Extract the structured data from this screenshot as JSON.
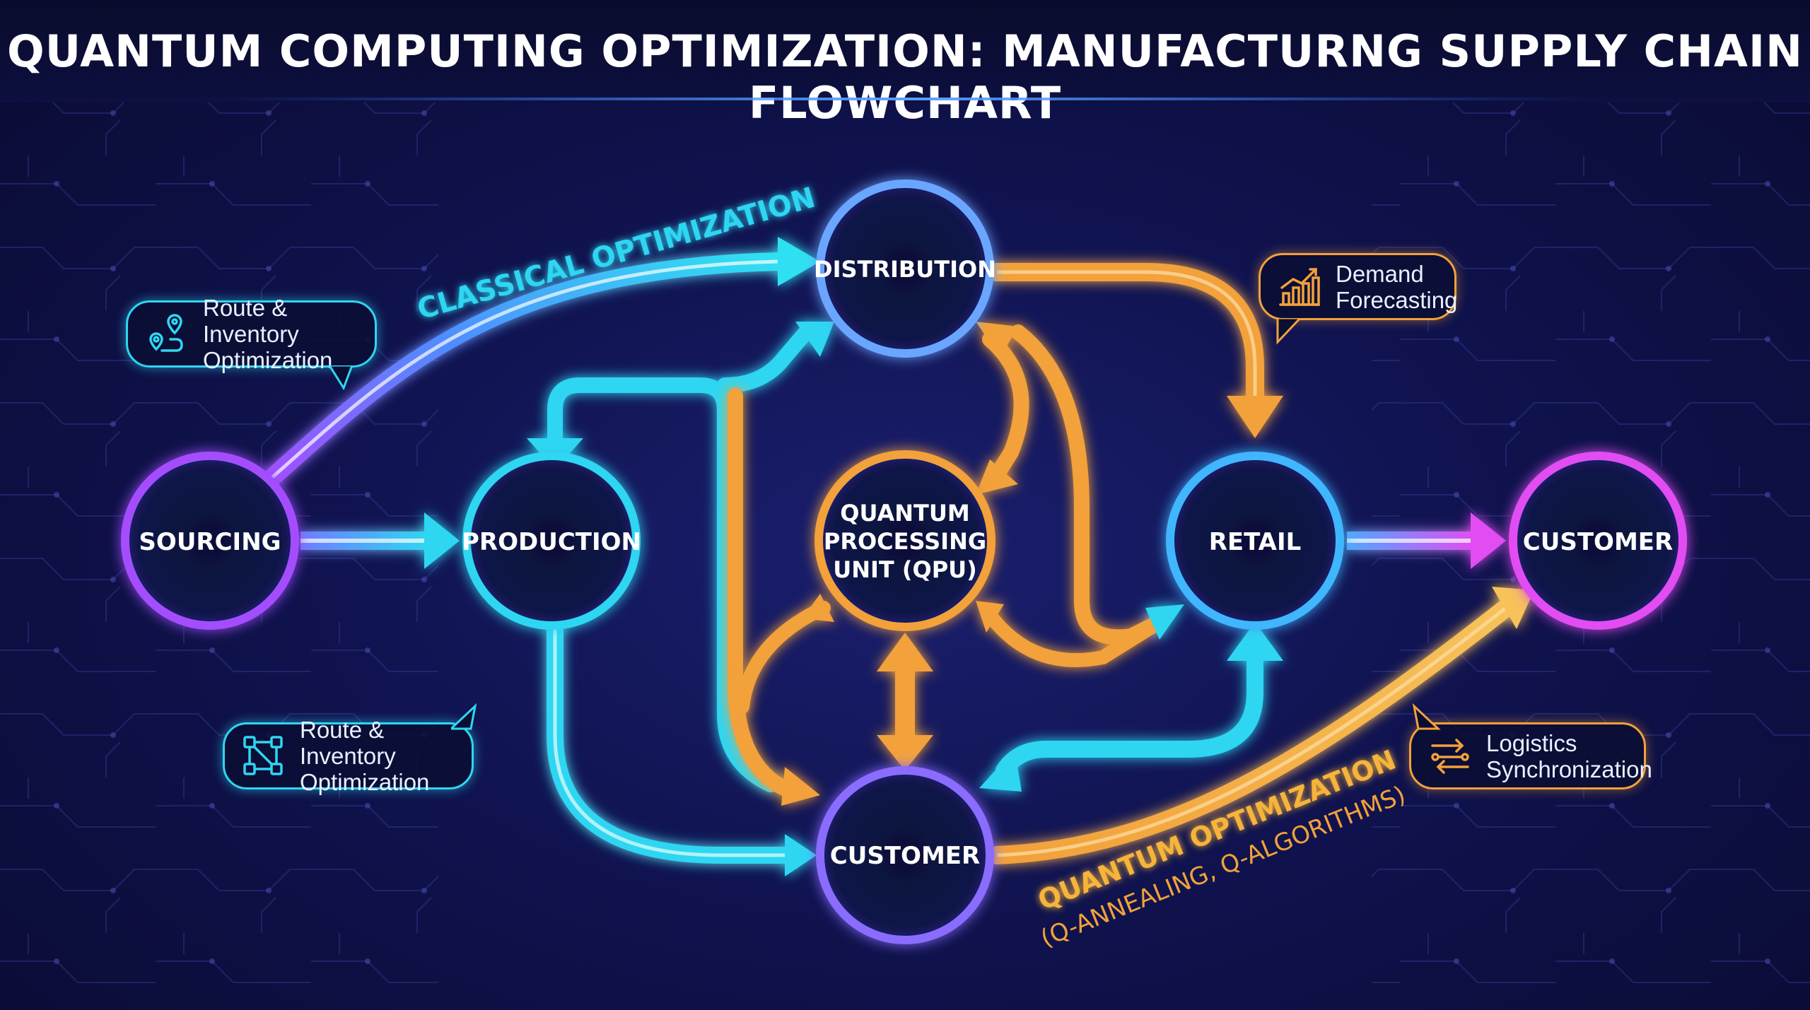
{
  "title": "QUANTUM COMPUTING OPTIMIZATION: MANUFACTURNG SUPPLY CHAIN FLOWCHART",
  "colors": {
    "cyan": "#2fd6f2",
    "blue": "#3f7bff",
    "orange": "#f2a13a",
    "purple": "#b44dff",
    "magenta": "#e14df2",
    "background": "#10134f"
  },
  "nodes": {
    "sourcing": "SOURCING",
    "production": "PRODUCTION",
    "distribution": "DISTRIBUTION",
    "qpu_line1": "QUANTUM",
    "qpu_line2": "PROCESSING",
    "qpu_line3": "UNIT (QPU)",
    "retail": "RETAIL",
    "customer_center": "CUSTOMER",
    "customer_right": "CUSTOMER"
  },
  "labels": {
    "classical": "CLASSICAL OPTIMIZATION",
    "quantum_line1": "QUANTUM OPTIMIZATION",
    "quantum_line2": "(Q-ANNEALING, Q-ALGORITHMS)"
  },
  "callouts": {
    "route_top_line1": "Route & Inventory",
    "route_top_line2": "Optimization",
    "route_bottom_line1": "Route & Inventory",
    "route_bottom_line2": "Optimization",
    "demand_line1": "Demand",
    "demand_line2": "Forecasting",
    "logistics_line1": "Logistics",
    "logistics_line2": "Synchronization"
  },
  "icons": {
    "route_top": "map-pin-route-icon",
    "route_bottom": "network-route-icon",
    "demand": "bar-chart-trend-icon",
    "logistics": "sync-route-icon"
  }
}
